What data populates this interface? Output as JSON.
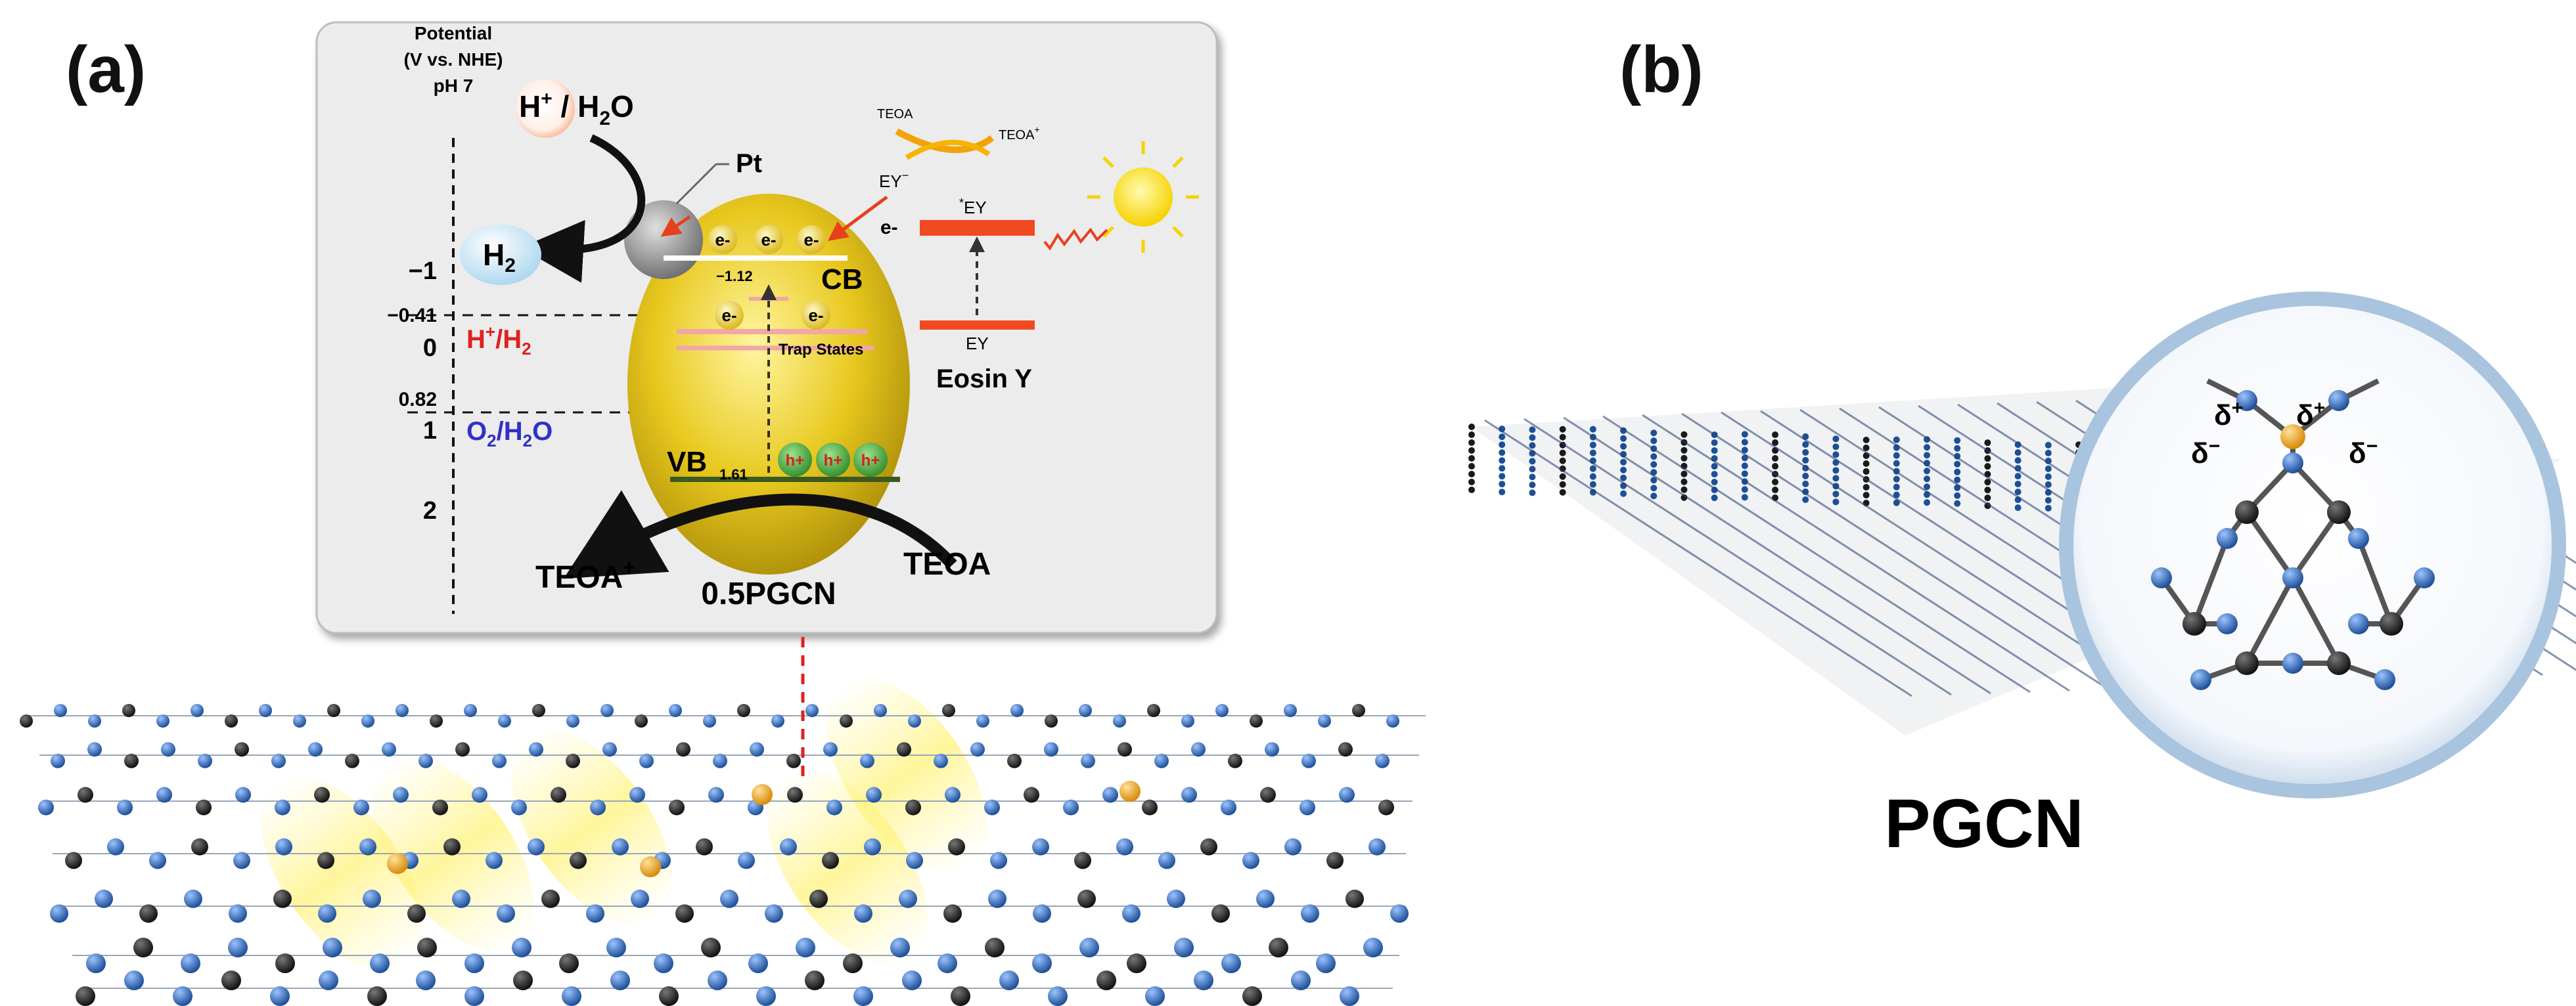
{
  "panel_a": {
    "label": "(a)",
    "axis_title_line1": "Potential",
    "axis_title_line2": "(V vs. NHE)",
    "axis_title_line3": "pH 7",
    "ticks": [
      "−1",
      "0",
      "1",
      "2"
    ],
    "level_cb_value": "−1.12",
    "level_h2_value": "−0.41",
    "level_o2_value": "0.82",
    "level_vb_value": "1.61",
    "h_plus": "H",
    "h_plus_sup": "+",
    "h2o_label": " / H",
    "h2o_sub": "2",
    "h2o_tail": "O",
    "h2_label": "H",
    "h2_sub": "2",
    "pt_label": "Pt",
    "electron": "e-",
    "cb_label": "CB",
    "vb_label": "VB",
    "trap_label": "Trap States",
    "hole": "h+",
    "h_plus_h2": "H",
    "h_plus_h2_sup": "+",
    "h_plus_h2_tail": "/H",
    "h_plus_h2_sub": "2",
    "o2_h2o": "O",
    "o2_h2o_sub1": "2",
    "o2_h2o_mid": "/H",
    "o2_h2o_sub2": "2",
    "o2_h2o_tail": "O",
    "teoa_small": "TEOA",
    "teoa_plus_small": "TEOA",
    "teoa_plus_sup": "+",
    "ey_minus": "EY",
    "ey_minus_sup": "−",
    "ey_star": "EY",
    "ey_star_pre": "*",
    "ey_ground": "EY",
    "eosin_label": "Eosin Y",
    "teoa_plus_big": "TEOA",
    "teoa_plus_big_sup": "+",
    "teoa_big": "TEOA",
    "catalyst_label": "0.5PGCN",
    "colors": {
      "sphere": "#e8c81e",
      "cb_line": "#ffffff",
      "trap_line": "#f3a6a6",
      "vb_line": "#3a5a1e",
      "ey_bar": "#f04a23",
      "h_plus_h2_text": "#e0201e",
      "o2_h2o_text": "#3030c8",
      "box_bg": "#ececec",
      "lattice_n": "#2e6cb8",
      "lattice_c": "#1a1a1a",
      "dopant": "#e9a21b"
    }
  },
  "panel_b": {
    "label": "(b)",
    "delta_plus": "δ",
    "delta_plus_sup": "+",
    "delta_minus": "δ",
    "delta_minus_sup": "−",
    "material_label": "PGCN"
  }
}
